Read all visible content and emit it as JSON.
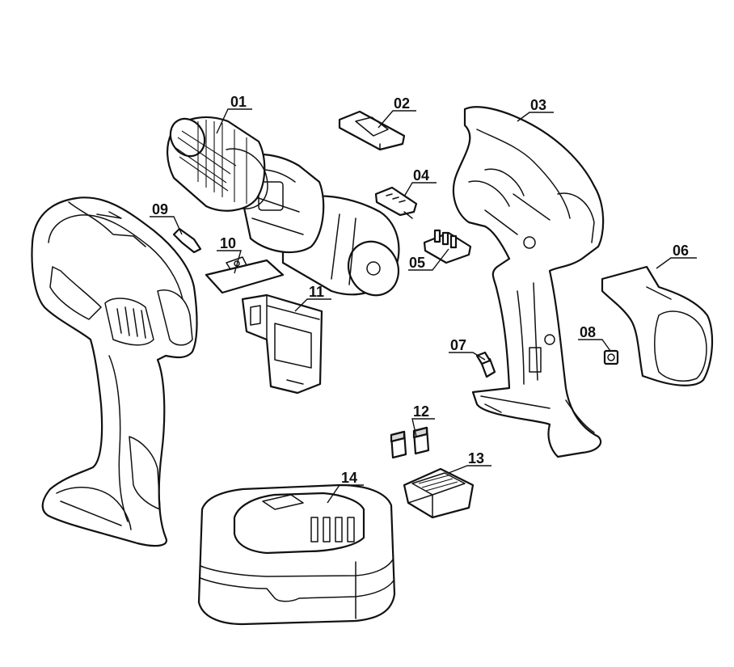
{
  "callouts": [
    {
      "id": "01",
      "label": "01",
      "part": "chuck-gearbox-motor-assembly"
    },
    {
      "id": "02",
      "label": "02",
      "part": "direction-switch-slider"
    },
    {
      "id": "03",
      "label": "03",
      "part": "right-housing-half"
    },
    {
      "id": "04",
      "label": "04",
      "part": "switch-lever"
    },
    {
      "id": "05",
      "label": "05",
      "part": "terminal-block"
    },
    {
      "id": "06",
      "label": "06",
      "part": "rear-cover"
    },
    {
      "id": "07",
      "label": "07",
      "part": "small-bulb"
    },
    {
      "id": "08",
      "label": "08",
      "part": "nut"
    },
    {
      "id": "09",
      "label": "09",
      "part": "clip"
    },
    {
      "id": "10",
      "label": "10",
      "part": "contact-plate"
    },
    {
      "id": "11",
      "label": "11",
      "part": "trigger-switch"
    },
    {
      "id": "12",
      "label": "12",
      "part": "battery-contacts"
    },
    {
      "id": "13",
      "label": "13",
      "part": "battery-terminal-holder"
    },
    {
      "id": "14",
      "label": "14",
      "part": "battery-pack"
    }
  ]
}
